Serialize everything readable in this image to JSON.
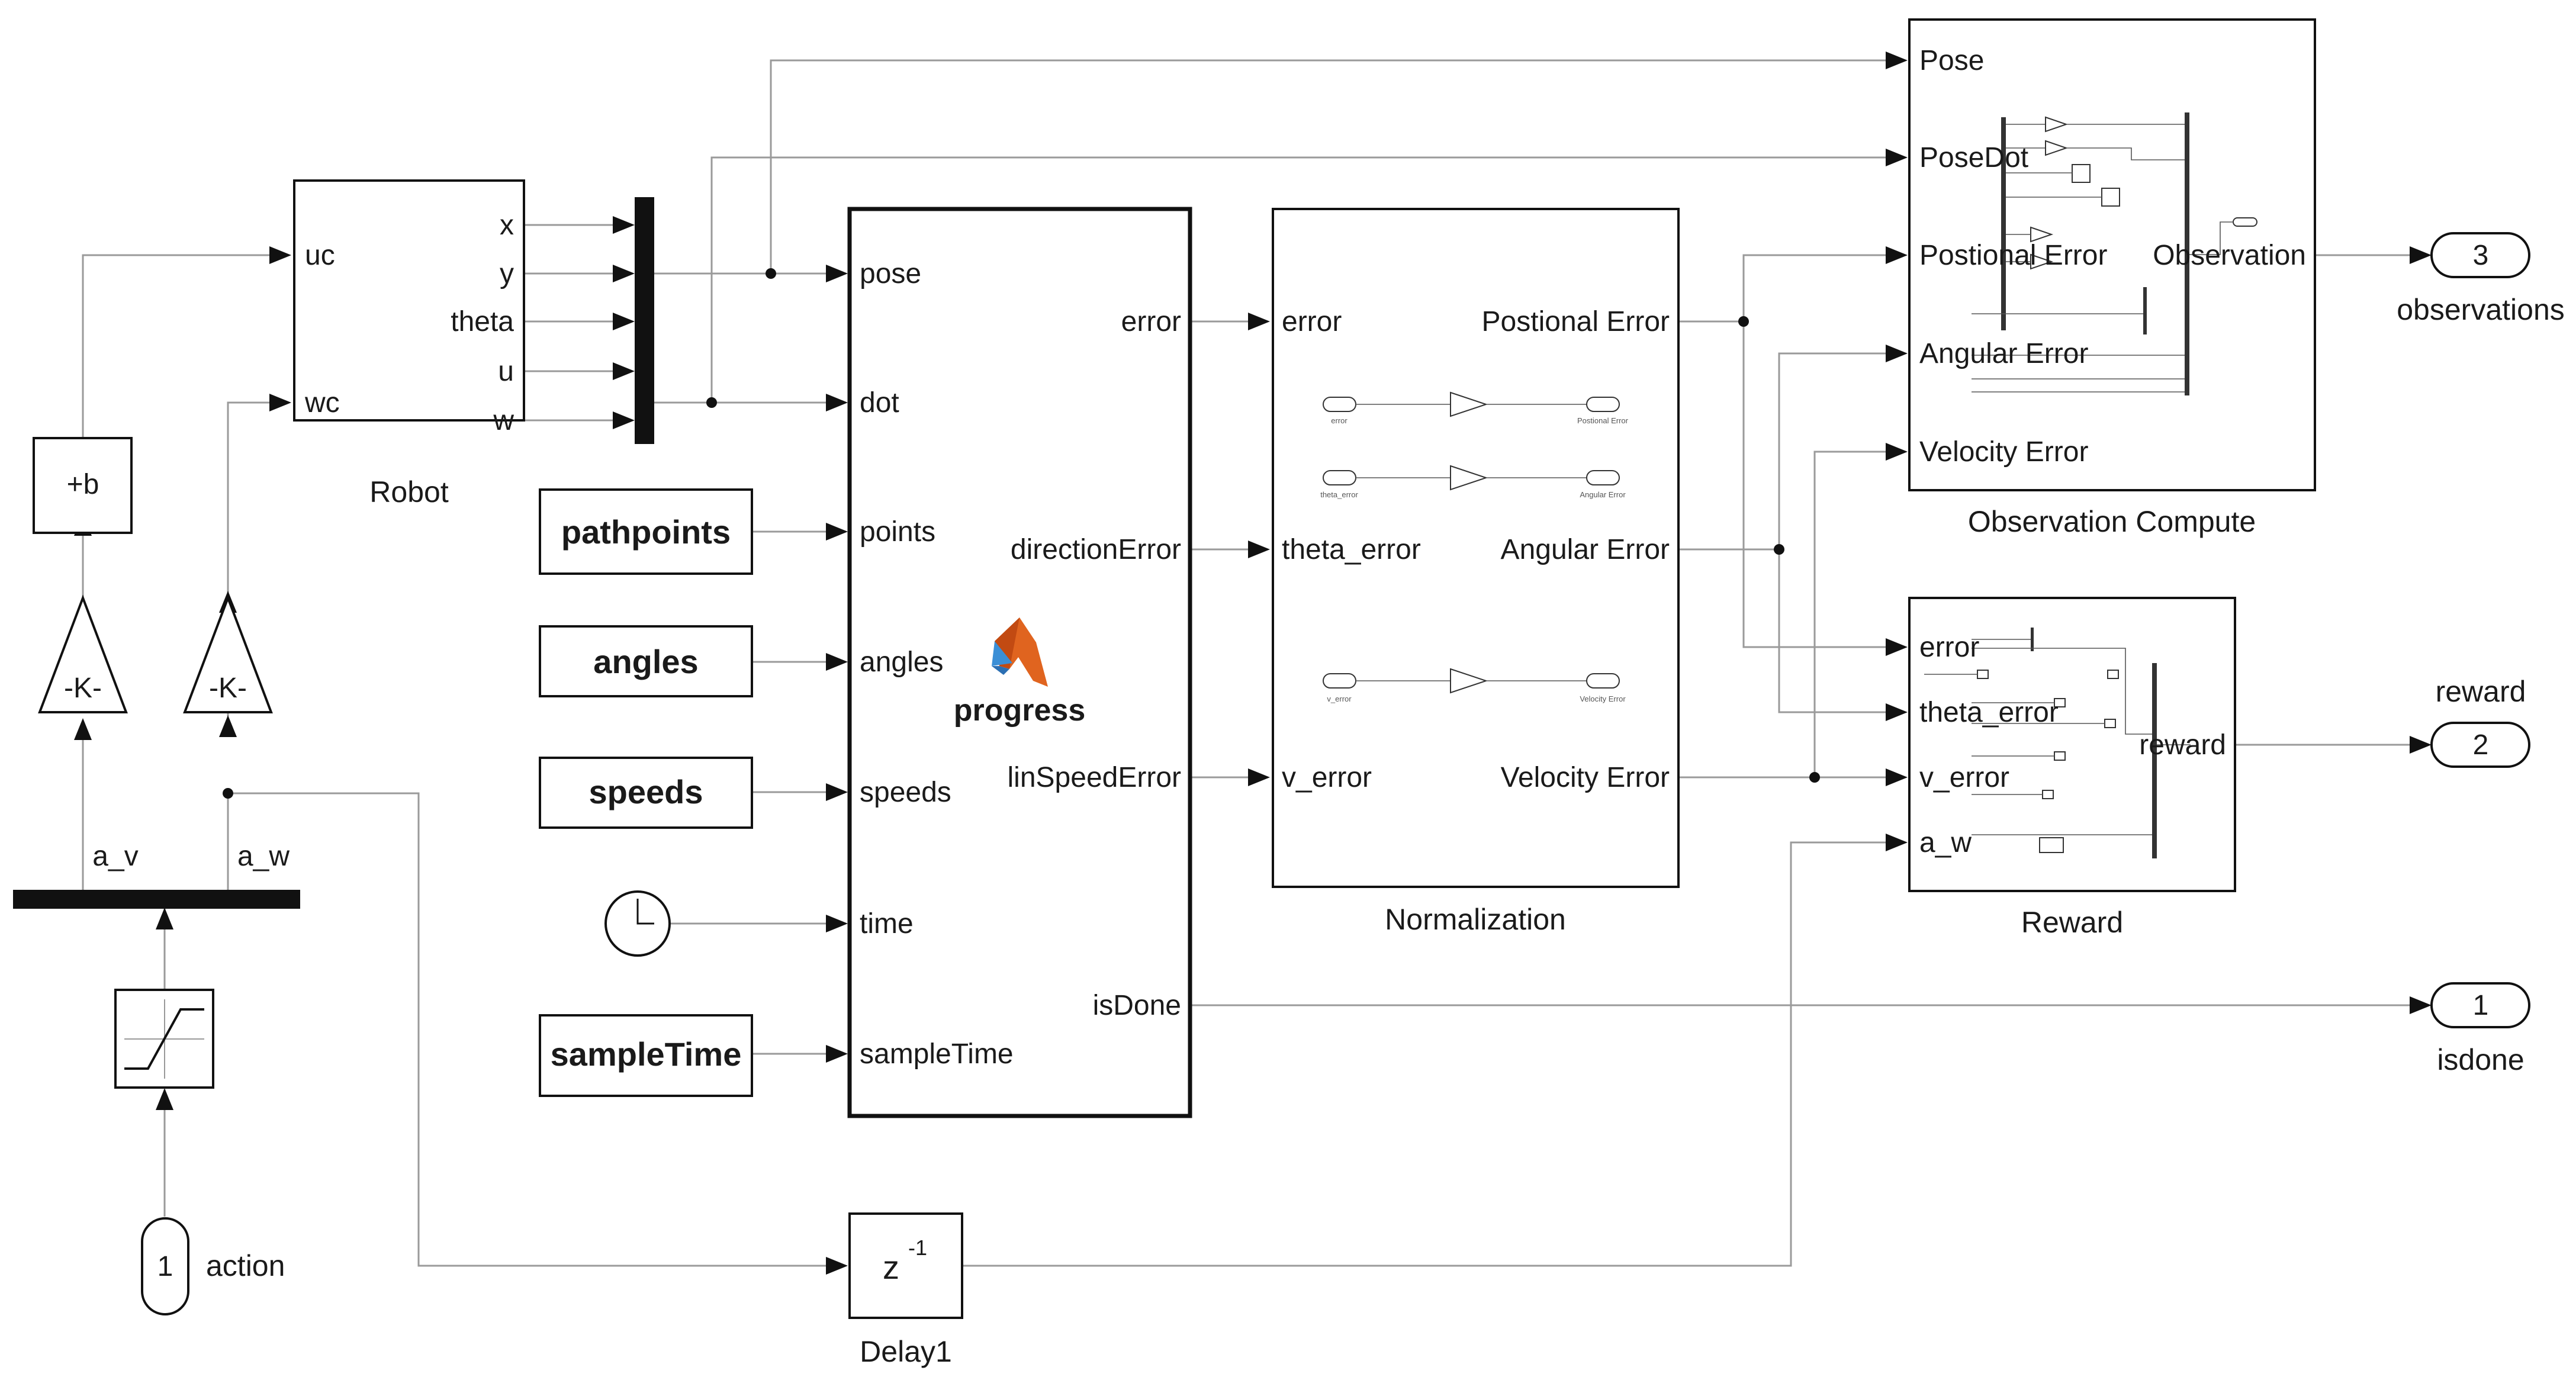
{
  "blocks": {
    "robot": {
      "title": "Robot",
      "inputs": [
        "uc",
        "wc"
      ],
      "outputs": [
        "x",
        "y",
        "theta",
        "u",
        "w"
      ]
    },
    "progress": {
      "title": "progress",
      "inputs": [
        "pose",
        "dot",
        "points",
        "angles",
        "speeds",
        "time",
        "sampleTime"
      ],
      "outputs": [
        "error",
        "directionError",
        "linSpeedError",
        "isDone"
      ]
    },
    "normalization": {
      "title": "Normalization",
      "inputs": [
        "error",
        "theta_error",
        "v_error"
      ],
      "outputs": [
        "Postional Error",
        "Angular Error",
        "Velocity Error"
      ],
      "inner_inputs": [
        "error",
        "theta_error",
        "v_error"
      ],
      "inner_outputs": [
        "Postional Error",
        "Angular Error",
        "Velocity Error"
      ]
    },
    "observation": {
      "title": "Observation Compute",
      "inputs": [
        "Pose",
        "PoseDot",
        "Postional Error",
        "Angular Error",
        "Velocity Error"
      ],
      "output": "Observation"
    },
    "reward": {
      "title": "Reward",
      "inputs": [
        "error",
        "theta_error",
        "v_error",
        "a_w"
      ],
      "output": "reward"
    },
    "constants": [
      "pathpoints",
      "angles",
      "speeds",
      "sampleTime"
    ],
    "delay": {
      "title": "Delay1",
      "label": "z",
      "exponent": "-1"
    },
    "bias": {
      "label": "+b"
    },
    "gains": [
      "-K-",
      "-K-"
    ],
    "demux_labels": [
      "a_v",
      "a_w"
    ]
  },
  "ports": {
    "inport": {
      "number": "1",
      "name": "action"
    },
    "outports": [
      {
        "number": "3",
        "name": "observations"
      },
      {
        "number": "2",
        "name": "reward"
      },
      {
        "number": "1",
        "name": "isdone"
      }
    ]
  },
  "icons": [
    "clock-icon",
    "saturation-icon",
    "matlab-function-icon"
  ]
}
